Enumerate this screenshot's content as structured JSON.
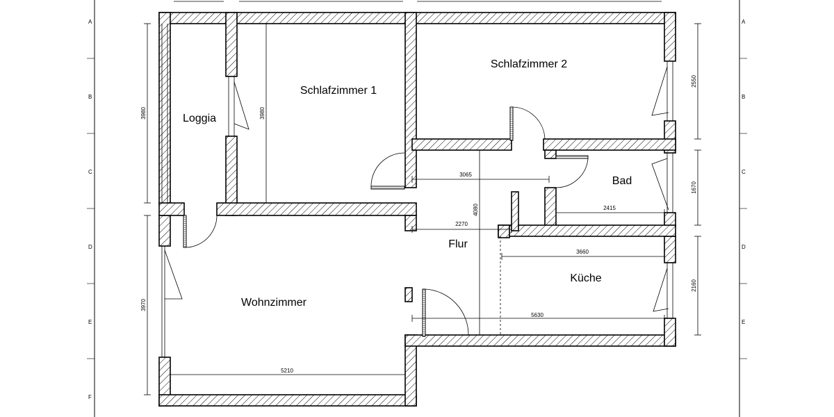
{
  "rooms": {
    "schlafzimmer1": "Schlafzimmer 1",
    "schlafzimmer2": "Schlafzimmer 2",
    "loggia": "Loggia",
    "bad": "Bad",
    "flur": "Flur",
    "kueche": "Küche",
    "wohnzimmer": "Wohnzimmer"
  },
  "dimensions": {
    "loggia_height": "3980",
    "sz1_height": "3980",
    "sz2_height": "2550",
    "bad_height": "1670",
    "kueche_height": "2160",
    "wohn_height": "3970",
    "flur_height": "4080",
    "flur_top_width": "3065",
    "flur_mid_width": "2270",
    "bad_width": "2415",
    "kueche_width": "3660",
    "kueche_flur_width": "5630",
    "wohn_width": "5210"
  },
  "grid": {
    "left": [
      "A",
      "B",
      "C",
      "D",
      "E",
      "F"
    ],
    "right": [
      "A",
      "B",
      "C",
      "D",
      "E"
    ]
  },
  "colors": {
    "line": "#000000",
    "background": "#ffffff"
  }
}
